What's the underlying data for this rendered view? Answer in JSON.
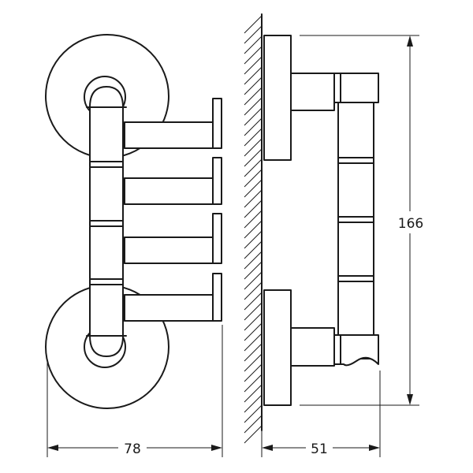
{
  "dimensions": {
    "width": "78",
    "depth": "51",
    "height": "166"
  },
  "colors": {
    "line": "#1a1a1a",
    "background": "#ffffff"
  }
}
